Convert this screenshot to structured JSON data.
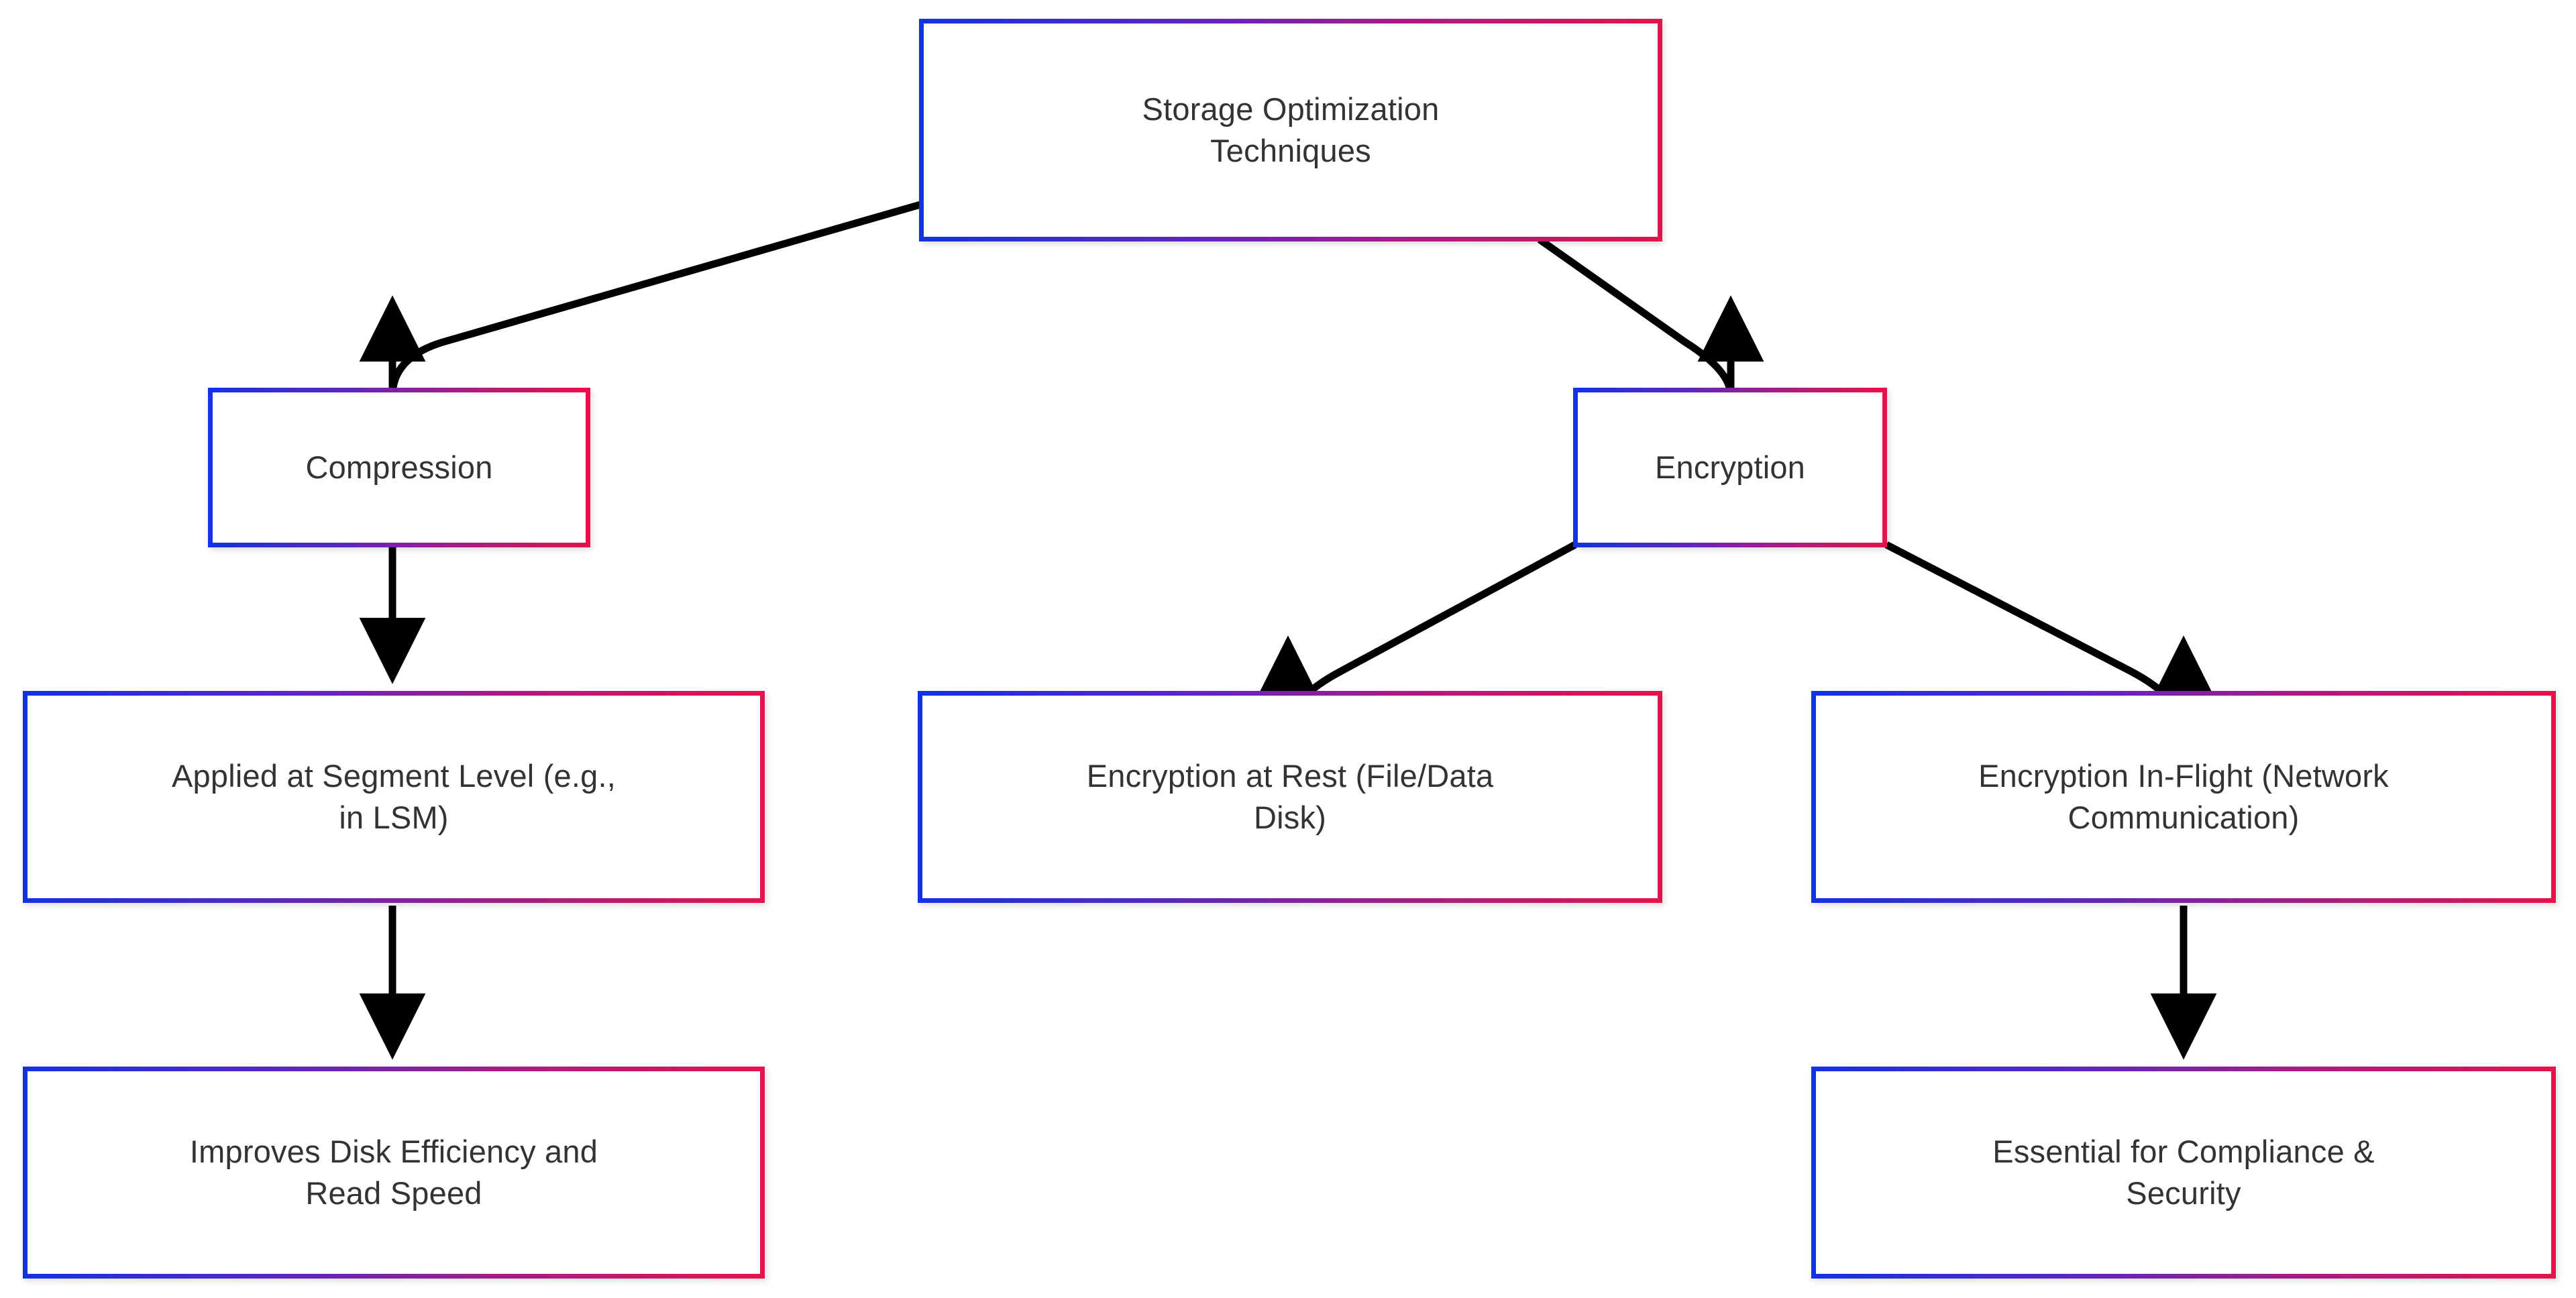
{
  "diagram": {
    "type": "flowchart",
    "orientation": "top-down",
    "background_color": "#ffffff",
    "edge_color": "#000000",
    "node_text_color": "#333333",
    "node_fill_color": "#ffffff",
    "node_border_gradient": {
      "from": "#1331e6",
      "to": "#e6124c"
    },
    "nodes": [
      {
        "id": "root",
        "label": "Storage Optimization\nTechniques"
      },
      {
        "id": "compression",
        "label": "Compression"
      },
      {
        "id": "encryption",
        "label": "Encryption"
      },
      {
        "id": "segment",
        "label": "Applied at Segment Level (e.g.,\nin LSM)"
      },
      {
        "id": "at_rest",
        "label": "Encryption at Rest (File/Data\nDisk)"
      },
      {
        "id": "in_flight",
        "label": "Encryption In-Flight (Network\nCommunication)"
      },
      {
        "id": "improves",
        "label": "Improves Disk Efficiency and\nRead Speed"
      },
      {
        "id": "essential",
        "label": "Essential for Compliance &\nSecurity"
      }
    ],
    "edges": [
      {
        "from": "root",
        "to": "compression"
      },
      {
        "from": "root",
        "to": "encryption"
      },
      {
        "from": "compression",
        "to": "segment"
      },
      {
        "from": "segment",
        "to": "improves"
      },
      {
        "from": "encryption",
        "to": "at_rest"
      },
      {
        "from": "encryption",
        "to": "in_flight"
      },
      {
        "from": "in_flight",
        "to": "essential"
      }
    ]
  }
}
